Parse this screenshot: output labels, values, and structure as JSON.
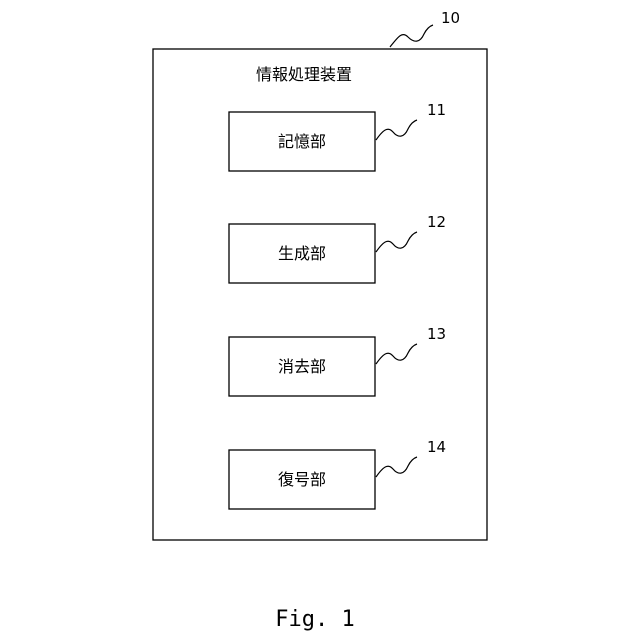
{
  "device": {
    "title": "情報処理装置",
    "ref": "10"
  },
  "blocks": [
    {
      "label": "記憶部",
      "ref": "11"
    },
    {
      "label": "生成部",
      "ref": "12"
    },
    {
      "label": "消去部",
      "ref": "13"
    },
    {
      "label": "復号部",
      "ref": "14"
    }
  ],
  "caption": "Fig. 1"
}
